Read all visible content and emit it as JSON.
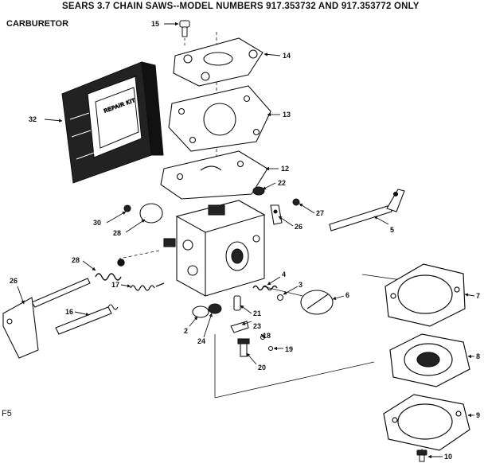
{
  "header": {
    "title": "SEARS 3.7 CHAIN SAWS--MODEL NUMBERS 917.353732 AND 917.353772 ONLY",
    "subtitle": "CARBURETOR",
    "page_ref": "F5"
  },
  "parts": {
    "kit_label": "REPAIR KIT",
    "callouts": [
      "15",
      "14",
      "32",
      "13",
      "12",
      "22",
      "30",
      "27",
      "28",
      "26",
      "5",
      "28",
      "26",
      "17",
      "4",
      "3",
      "6",
      "7",
      "16",
      "2",
      "21",
      "23",
      "24",
      "18",
      "19",
      "8",
      "20",
      "9",
      "10"
    ]
  }
}
